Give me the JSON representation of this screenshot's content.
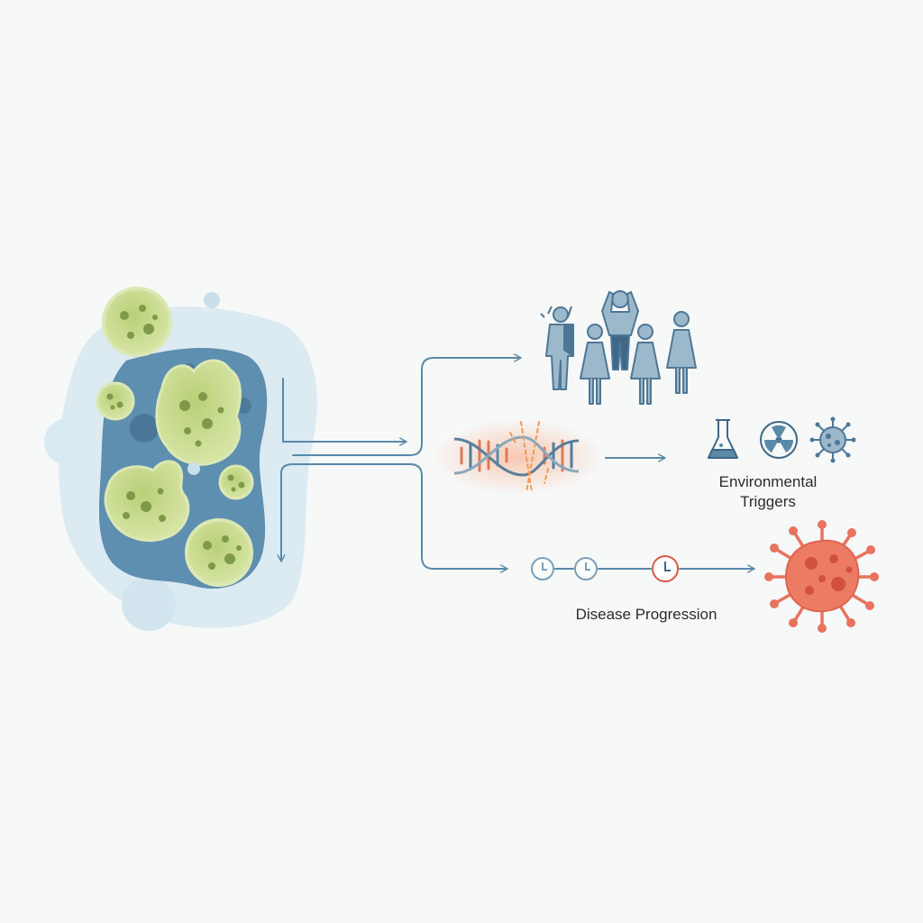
{
  "labels": {
    "environmental_triggers_line1": "Environmental",
    "environmental_triggers_line2": "Triggers",
    "disease_progression": "Disease Progression"
  },
  "icons": {
    "tissue": "tissue-with-infected-cells-icon",
    "people": "people-group-icon",
    "dna": "damaged-dna-icon",
    "flask": "chemical-flask-icon",
    "radiation": "radiation-icon",
    "microbe": "microbe-icon",
    "clocks": "clock-icon",
    "pathogen": "red-pathogen-icon"
  },
  "colors": {
    "arrow": "#5b89a8",
    "tissue_light": "#d4e6ef",
    "tissue_dark": "#5f8fb0",
    "cell": "#c6d98f",
    "pathogen": "#e9735e",
    "person": "#9cb9cc",
    "person_dark": "#4e7796"
  }
}
